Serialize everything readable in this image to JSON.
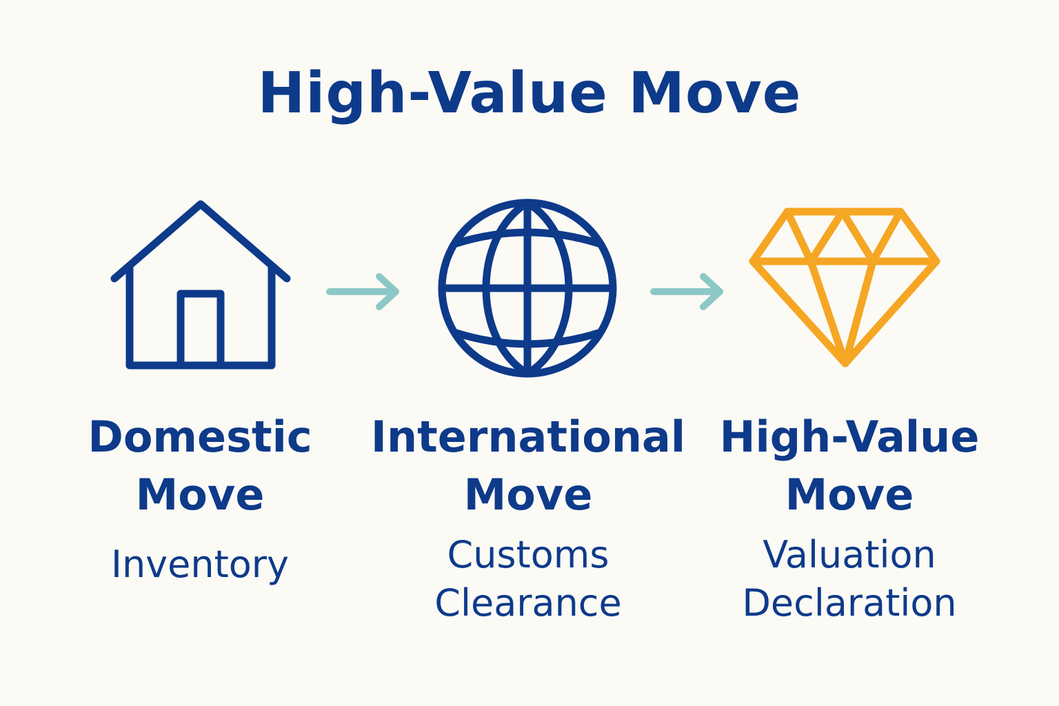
{
  "title": "High-Value Move",
  "colors": {
    "primary": "#0e3a8a",
    "arrow": "#8cc8c6",
    "accent": "#f5a623",
    "background": "#fbfaf5"
  },
  "steps": [
    {
      "icon": "house-icon",
      "name_lines": [
        "Domestic",
        "Move"
      ],
      "detail_lines": [
        "Inventory"
      ]
    },
    {
      "icon": "globe-icon",
      "name_lines": [
        "International",
        "Move"
      ],
      "detail_lines": [
        "Customs",
        "Clearance"
      ]
    },
    {
      "icon": "diamond-icon",
      "name_lines": [
        "High-Value",
        "Move"
      ],
      "detail_lines": [
        "Valuation",
        "Declaration"
      ]
    }
  ]
}
